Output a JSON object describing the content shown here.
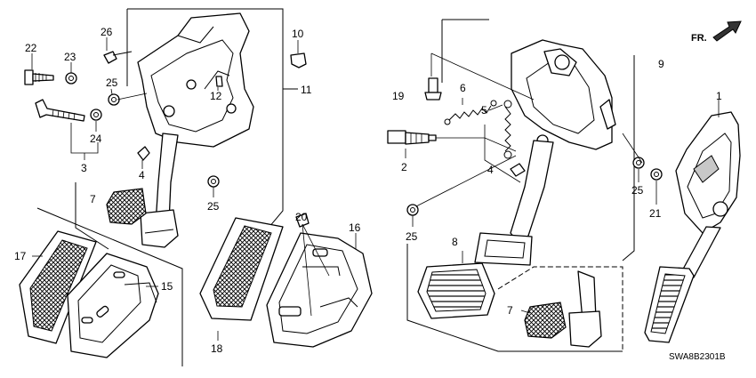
{
  "direction_label": "FR.",
  "diagram_code": "SWA8B2301B",
  "callouts": {
    "c1": "1",
    "c2": "2",
    "c3": "3",
    "c4a": "4",
    "c4b": "4",
    "c5": "5",
    "c6": "6",
    "c7a": "7",
    "c7b": "7",
    "c8": "8",
    "c9": "9",
    "c10": "10",
    "c11": "11",
    "c12": "12",
    "c15": "15",
    "c16": "16",
    "c17": "17",
    "c18": "18",
    "c19": "19",
    "c20": "20",
    "c21": "21",
    "c22": "22",
    "c23": "23",
    "c24": "24",
    "c25a": "25",
    "c25b": "25",
    "c25c": "25",
    "c25d": "25",
    "c26": "26"
  }
}
